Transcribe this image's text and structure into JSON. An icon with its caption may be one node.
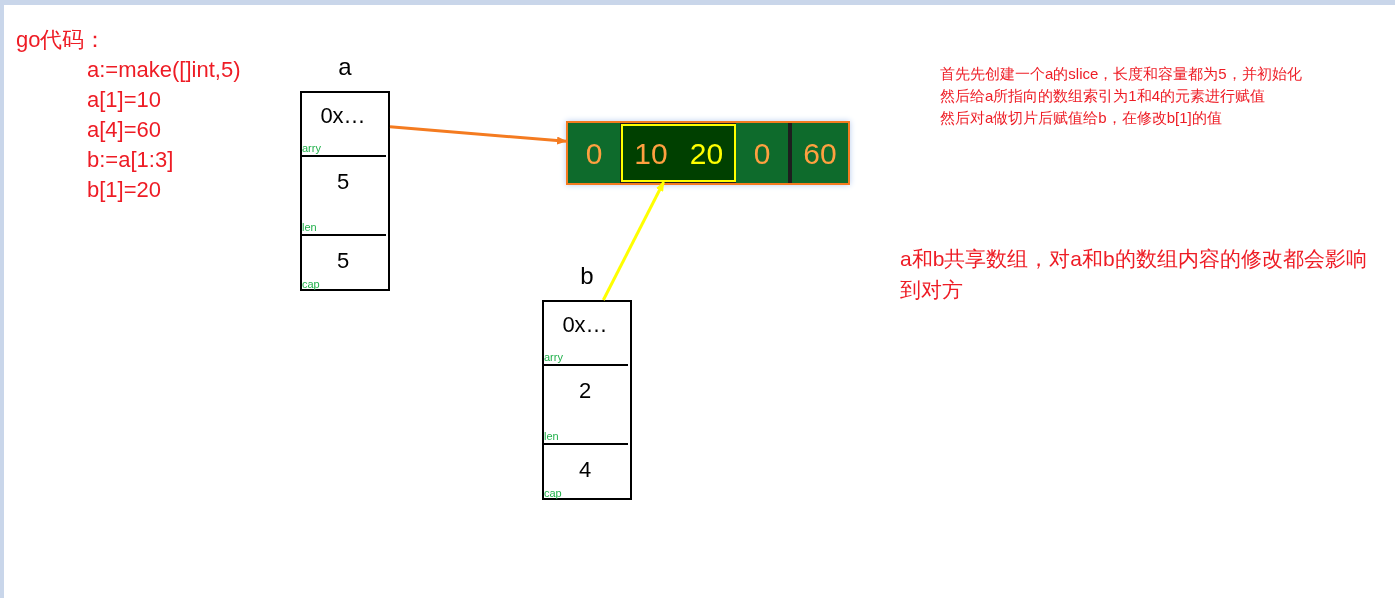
{
  "diagram": {
    "nodes": [
      {
        "text": [
          "a"
        ]
      },
      {
        "text": [
          "0x…",
          "arry"
        ],
        "in": 0
      },
      {
        "text": [
          "5",
          "len"
        ],
        "in": 0
      },
      {
        "text": [
          "5",
          "cap"
        ],
        "in": 0
      },
      {
        "text": [],
        "shape": "bar"
      },
      {
        "text": [
          "0"
        ],
        "in": 4
      },
      {
        "text": [],
        "shape": "box",
        "in": 4
      },
      {
        "text": [
          "10"
        ],
        "in": 6
      },
      {
        "text": [
          "20"
        ],
        "in": 6
      },
      {
        "text": [
          "0"
        ],
        "in": 4
      },
      {
        "text": [
          "60"
        ],
        "in": 4
      },
      {
        "text": [
          "b"
        ]
      },
      {
        "text": [
          "0x…",
          "arry"
        ],
        "in": 11
      },
      {
        "text": [
          "2",
          "len"
        ],
        "in": 11
      },
      {
        "text": [
          "4",
          "cap"
        ],
        "in": 11
      }
    ],
    "edges": [
      {
        "from": 1,
        "to": 4,
        "arrow": "to",
        "color": "#f47b20"
      },
      {
        "from": 12,
        "to": 6,
        "arrow": "to",
        "color": "#ffff00"
      }
    ],
    "labels": [
      "go代码：",
      "a:=make([]int,5)",
      "a[1]=10",
      "a[4]=60",
      "b:=a[1:3]",
      "b[1]=20",
      "首先先创建一个a的slice，长度和容量都为5，并初始化",
      "然后给a所指向的数组索引为1和4的元素进行赋值",
      "然后对a做切片后赋值给b，在修改b[1]的值",
      "a和b共享数组，对a和b的数组内容的修改都会影响到对方"
    ]
  }
}
